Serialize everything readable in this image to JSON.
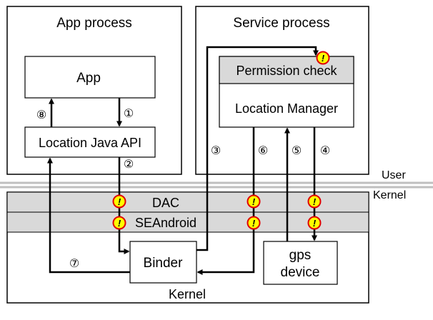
{
  "boxes": {
    "app_process": "App process",
    "service_process": "Service process",
    "app": "App",
    "location_java_api": "Location Java API",
    "permission_check": "Permission check",
    "location_manager": "Location Manager",
    "binder": "Binder",
    "gps_device_line1": "gps",
    "gps_device_line2": "device"
  },
  "layers": {
    "user": "User",
    "kernel_right": "Kernel",
    "kernel_bottom": "Kernel",
    "dac": "DAC",
    "seandroid": "SEAndroid"
  },
  "steps": {
    "s1": "①",
    "s2": "②",
    "s3": "③",
    "s4": "④",
    "s5": "⑤",
    "s6": "⑥",
    "s7": "⑦",
    "s8": "⑧"
  },
  "warning_marker": "!",
  "colors": {
    "band_fill": "#d9d9d9",
    "separator": "#bfbfbf",
    "warning_fill": "#ffff00",
    "warning_stroke": "#e00000",
    "line": "#000000"
  }
}
